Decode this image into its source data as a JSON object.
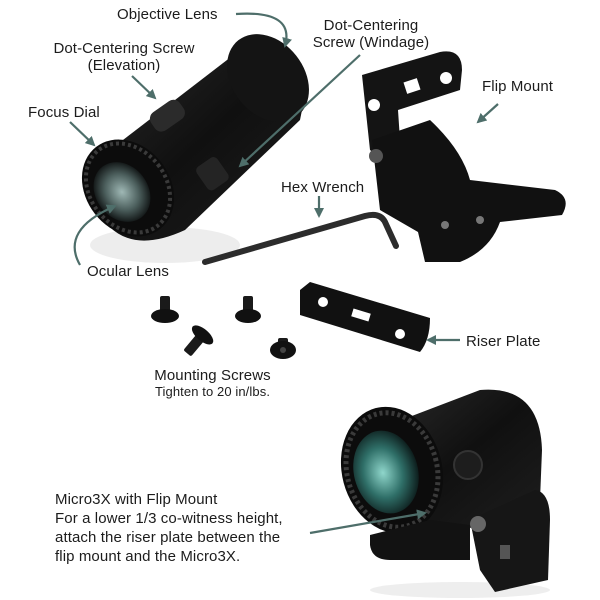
{
  "diagram": {
    "subject": "Micro3X magnifier parts and accessories",
    "arrow_color": "#4e6e6a",
    "callouts": {
      "objective_lens": "Objective Lens",
      "elevation_screw_line1": "Dot-Centering Screw",
      "elevation_screw_line2": "(Elevation)",
      "windage_screw_line1": "Dot-Centering",
      "windage_screw_line2": "Screw (Windage)",
      "focus_dial": "Focus Dial",
      "flip_mount": "Flip Mount",
      "hex_wrench": "Hex Wrench",
      "ocular_lens": "Ocular Lens",
      "riser_plate": "Riser Plate",
      "mounting_screws": "Mounting Screws",
      "mounting_screws_note": "Tighten to 20 in/lbs."
    },
    "assembly": {
      "title": "Micro3X with Flip Mount",
      "note_line1": "For a lower 1/3 co-witness height,",
      "note_line2": "attach the riser plate between the",
      "note_line3": "flip mount and the Micro3X."
    }
  }
}
